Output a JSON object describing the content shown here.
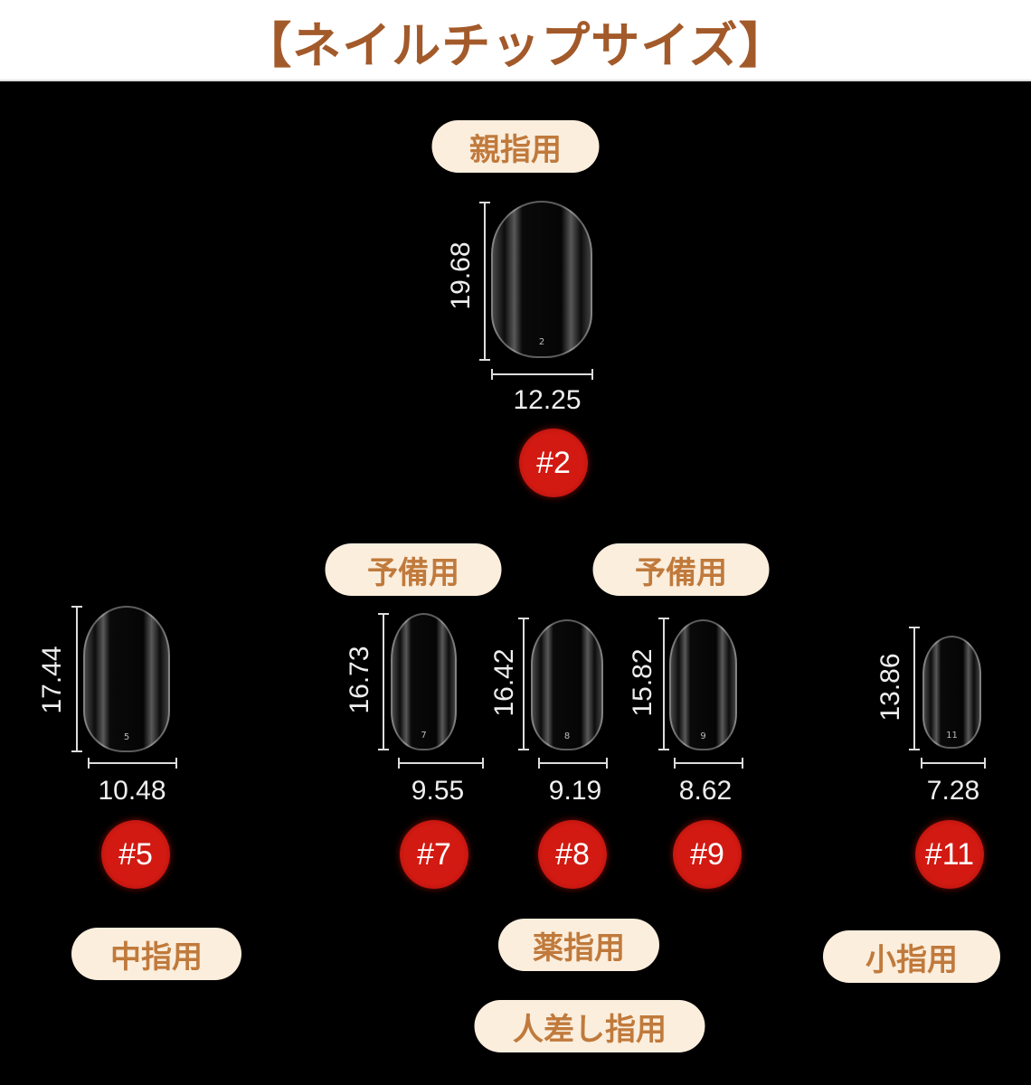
{
  "title": "【ネイルチップサイズ】",
  "colors": {
    "title": "#a35a2a",
    "pill_bg": "#fbeedd",
    "pill_text": "#c07a3c",
    "badge": "#d21a12",
    "background": "#000000"
  },
  "labels": {
    "thumb": "親指用",
    "spare_left": "予備用",
    "spare_right": "予備用",
    "middle": "中指用",
    "ring": "薬指用",
    "index": "人差し指用",
    "pinky": "小指用"
  },
  "nails": [
    {
      "id": "2",
      "badge": "#2",
      "length": "19.68",
      "width": "12.25"
    },
    {
      "id": "5",
      "badge": "#5",
      "length": "17.44",
      "width": "10.48"
    },
    {
      "id": "7",
      "badge": "#7",
      "length": "16.73",
      "width": "9.55"
    },
    {
      "id": "8",
      "badge": "#8",
      "length": "16.42",
      "width": "9.19"
    },
    {
      "id": "9",
      "badge": "#9",
      "length": "15.82",
      "width": "8.62"
    },
    {
      "id": "11",
      "badge": "#11",
      "length": "13.86",
      "width": "7.28"
    }
  ]
}
